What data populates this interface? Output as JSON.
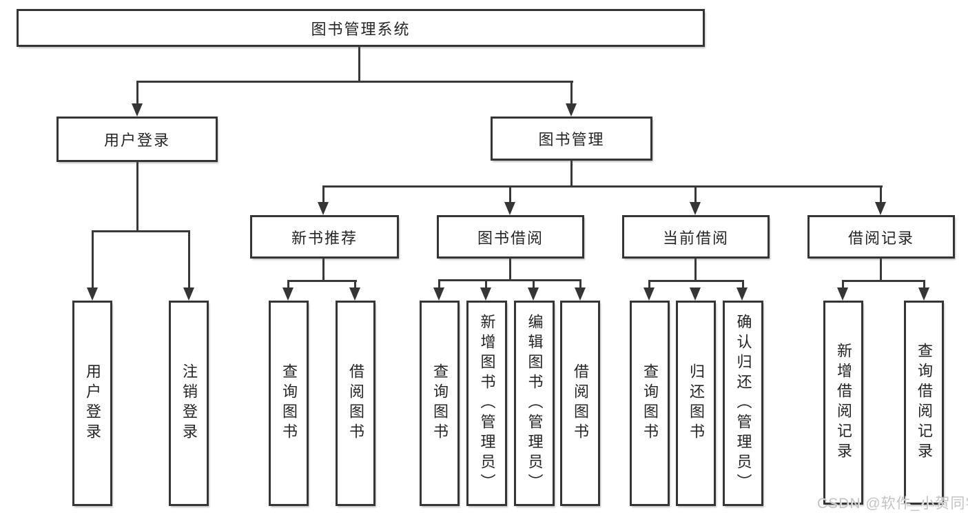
{
  "diagram": {
    "title": "图书管理系统",
    "type": "hierarchy-tree",
    "hierarchy": {
      "label": "图书管理系统",
      "children": [
        {
          "label": "用户登录",
          "children": [
            {
              "label": "用户登录"
            },
            {
              "label": "注销登录"
            }
          ]
        },
        {
          "label": "图书管理",
          "children": [
            {
              "label": "新书推荐",
              "children": [
                {
                  "label": "查询图书"
                },
                {
                  "label": "借阅图书"
                }
              ]
            },
            {
              "label": "图书借阅",
              "children": [
                {
                  "label": "查询图书"
                },
                {
                  "label": "新增图书（管理员）"
                },
                {
                  "label": "编辑图书（管理员）"
                },
                {
                  "label": "借阅图书"
                }
              ]
            },
            {
              "label": "当前借阅",
              "children": [
                {
                  "label": "查询图书"
                },
                {
                  "label": "归还图书"
                },
                {
                  "label": "确认归还（管理员）"
                }
              ]
            },
            {
              "label": "借阅记录",
              "children": [
                {
                  "label": "新增借阅记录"
                },
                {
                  "label": "查询借阅记录"
                }
              ]
            }
          ]
        }
      ]
    }
  },
  "nodes": {
    "root": {
      "label": "图书管理系统"
    },
    "user_login": {
      "label": "用户登录"
    },
    "book_mgmt": {
      "label": "图书管理"
    },
    "new_book_rec": {
      "label": "新书推荐"
    },
    "book_borrow": {
      "label": "图书借阅"
    },
    "current_borrow": {
      "label": "当前借阅"
    },
    "borrow_records": {
      "label": "借阅记录"
    },
    "leaf_user_login": {
      "label": "用户登录"
    },
    "leaf_logout": {
      "label": "注销登录"
    },
    "leaf_rec_query_books": {
      "label": "查询图书"
    },
    "leaf_rec_borrow_books": {
      "label": "借阅图书"
    },
    "leaf_bb_query_books": {
      "label": "查询图书"
    },
    "leaf_bb_add_books": {
      "label": "新增图书（管理员）"
    },
    "leaf_bb_edit_books": {
      "label": "编辑图书（管理员）"
    },
    "leaf_bb_borrow_books": {
      "label": "借阅图书"
    },
    "leaf_cb_query_books": {
      "label": "查询图书"
    },
    "leaf_cb_return_books": {
      "label": "归还图书"
    },
    "leaf_cb_confirm_return": {
      "label": "确认归还（管理员）"
    },
    "leaf_br_add_record": {
      "label": "新增借阅记录"
    },
    "leaf_br_query_record": {
      "label": "查询借阅记录"
    }
  },
  "watermark": {
    "text": "CSDN @软件_小贺同学"
  },
  "colors": {
    "background": "#ffffff",
    "line": "#383838",
    "box_border": "#353535",
    "text": "#252525",
    "watermark": "#c3c3c3"
  }
}
